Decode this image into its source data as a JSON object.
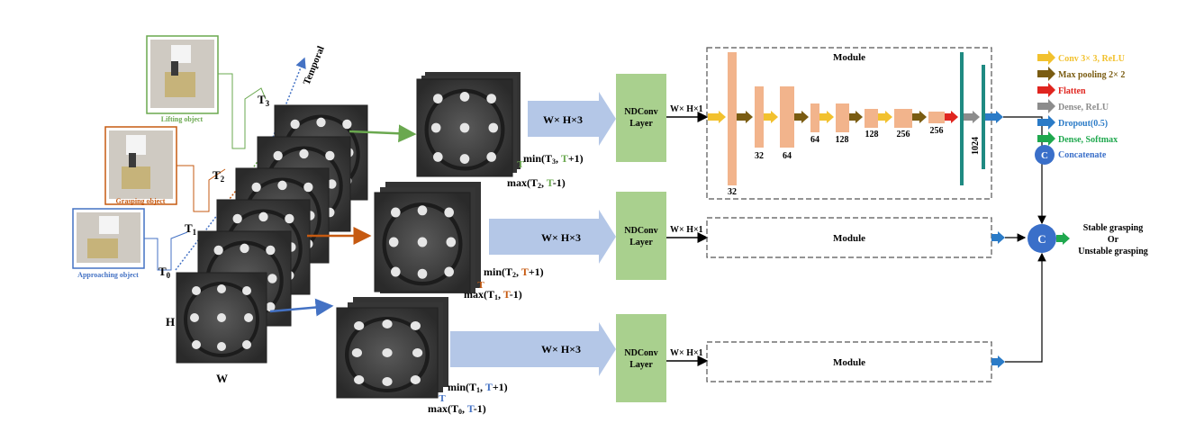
{
  "stages": {
    "lifting": "Lifting object",
    "grasping": "Grasping object",
    "approaching": "Approaching object"
  },
  "axis": {
    "temporal": "Temporal",
    "h": "H",
    "w": "W",
    "t0": "T",
    "t0_sub": "0",
    "t1": "T",
    "t1_sub": "1",
    "t2": "T",
    "t2_sub": "2",
    "t3": "T",
    "t3_sub": "3"
  },
  "windows": {
    "top": {
      "t": "T",
      "min": "min(T",
      "min_sub": "3",
      "min_mid": ", ",
      "min_t": "T",
      "min_tail": "+1)",
      "max": "max(T",
      "max_sub": "2",
      "max_mid": ", ",
      "max_t": "T",
      "max_tail": "-1)"
    },
    "mid": {
      "t": "T",
      "min": "min(T",
      "min_sub": "2",
      "min_mid": ", ",
      "min_t": "T",
      "min_tail": "+1)",
      "max": "max(T",
      "max_sub": "1",
      "max_mid": ", ",
      "max_t": "T",
      "max_tail": "-1)"
    },
    "bot": {
      "t": "T",
      "min": "min(T",
      "min_sub": "1",
      "min_mid": ", ",
      "min_t": "T",
      "min_tail": "+1)",
      "max": "max(T",
      "max_sub": "0",
      "max_mid": ", ",
      "max_t": "T",
      "max_tail": "-1)"
    }
  },
  "input_shape": "W× H×3",
  "ndconv": {
    "line1": "NDConv",
    "line2": "Layer"
  },
  "ndconv_out": "W× H×1",
  "module_title": "Module",
  "layers": {
    "l1": "32",
    "l2": "32",
    "l3": "64",
    "l4": "64",
    "l5": "128",
    "l6": "128",
    "l7": "256",
    "l8": "256",
    "dense": "1024"
  },
  "legend": {
    "conv": "Conv 3× 3, ReLU",
    "maxpool": "Max pooling 2× 2",
    "flatten": "Flatten",
    "dense_relu": "Dense, ReLU",
    "dropout": "Dropout(0.5)",
    "dense_softmax": "Dense, Softmax",
    "concat_symbol": "C",
    "concat": "Concatenate"
  },
  "output": {
    "line1": "Stable grasping",
    "line2": "Or",
    "line3": "Unstable grasping"
  },
  "colors": {
    "conv": "#f2c12e",
    "maxpool": "#7a5c12",
    "flatten": "#e0251f",
    "dense_relu": "#8c8c8c",
    "dropout": "#2b7bc7",
    "dense_softmax": "#1fa84e",
    "concat": "#3a6fc9",
    "layer_block": "#f2b48c",
    "dense_bar": "#1f8a82",
    "ndconv_fill": "#a9d08e",
    "shape_arrow": "#b4c7e7",
    "green": "#6aa84f",
    "orange": "#c65a11",
    "blue": "#4472c4"
  }
}
